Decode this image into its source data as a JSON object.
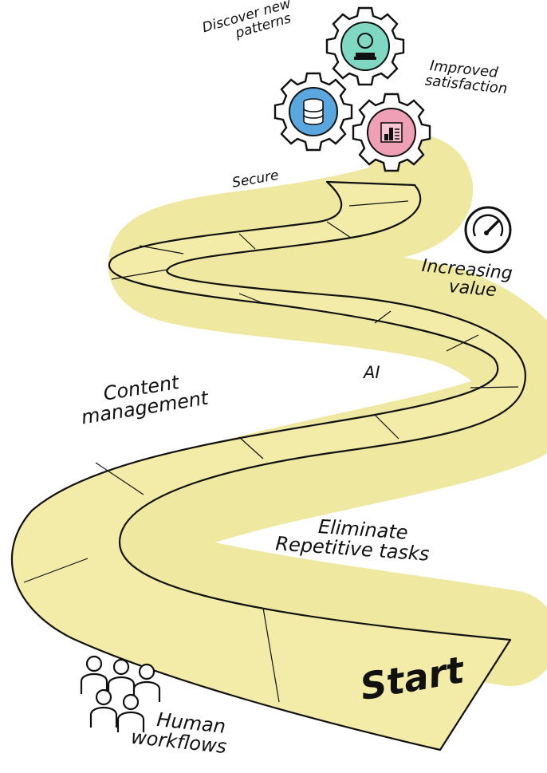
{
  "labels": {
    "discover": [
      "Discover new",
      "patterns"
    ],
    "improved": [
      "Improved",
      "satisfaction"
    ],
    "secure": "Secure",
    "increasing": [
      "Increasing",
      "value"
    ],
    "ai": "AI",
    "content": [
      "Content",
      "management"
    ],
    "eliminate": [
      "Eliminate",
      "Repetitive tasks"
    ],
    "start": "Start",
    "human": [
      "Human",
      "workflows"
    ]
  },
  "colors": {
    "road_fill": "#f3eba8",
    "road_shadow": "#ece48f",
    "stroke": "#111111",
    "gear_teal": "#7fd9c2",
    "gear_blue": "#5aa7e0",
    "gear_pink": "#f0a0b6"
  },
  "icons": [
    "person-gear-icon",
    "database-gear-icon",
    "chart-gear-icon",
    "gauge-icon",
    "people-icon"
  ]
}
